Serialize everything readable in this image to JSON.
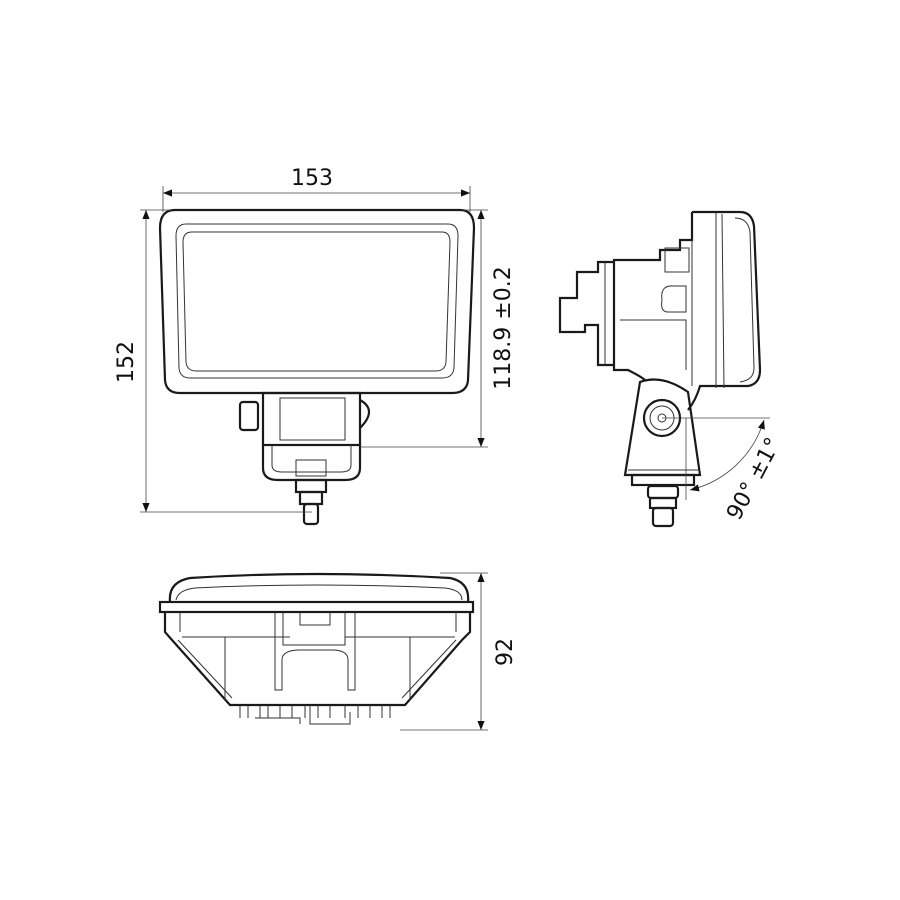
{
  "dimensions": {
    "width": "153",
    "height": "152",
    "lens_height": "118.9 ±0.2",
    "angle": "90° ±1°",
    "depth": "92"
  },
  "colors": {
    "line": "#1a1a1a",
    "background": "#ffffff"
  }
}
